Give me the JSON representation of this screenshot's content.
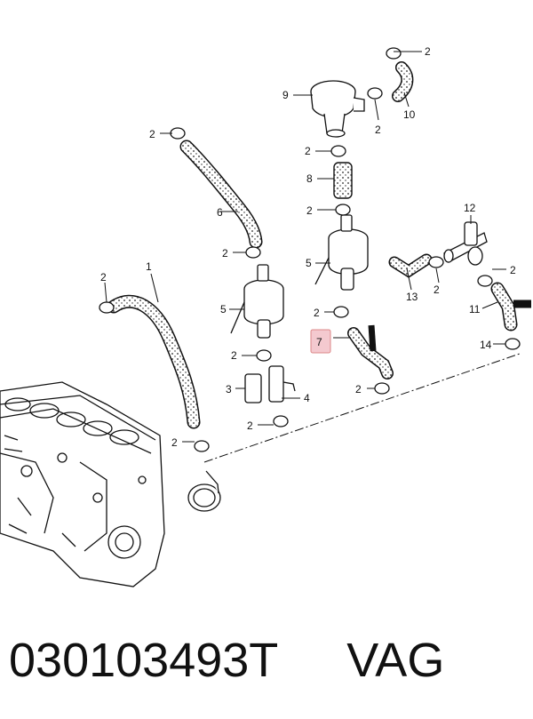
{
  "diagram": {
    "callouts": [
      {
        "id": "c-2-top",
        "label": "2"
      },
      {
        "id": "c-9",
        "label": "9"
      },
      {
        "id": "c-2-b",
        "label": "2"
      },
      {
        "id": "c-10",
        "label": "10"
      },
      {
        "id": "c-2-left",
        "label": "2"
      },
      {
        "id": "c-2-mid",
        "label": "2"
      },
      {
        "id": "c-8",
        "label": "8"
      },
      {
        "id": "c-2-mid2",
        "label": "2"
      },
      {
        "id": "c-6",
        "label": "6"
      },
      {
        "id": "c-12",
        "label": "12"
      },
      {
        "id": "c-2-l2",
        "label": "2"
      },
      {
        "id": "c-5a",
        "label": "5"
      },
      {
        "id": "c-5b",
        "label": "5"
      },
      {
        "id": "c-2-r1",
        "label": "2"
      },
      {
        "id": "c-2-r2",
        "label": "2"
      },
      {
        "id": "c-1",
        "label": "1"
      },
      {
        "id": "c-2-l3",
        "label": "2"
      },
      {
        "id": "c-13",
        "label": "13"
      },
      {
        "id": "c-11",
        "label": "11"
      },
      {
        "id": "c-2-m3",
        "label": "2"
      },
      {
        "id": "c-7",
        "label": "7"
      },
      {
        "id": "c-14",
        "label": "14"
      },
      {
        "id": "c-2-m4",
        "label": "2"
      },
      {
        "id": "c-3",
        "label": "3"
      },
      {
        "id": "c-2-m5",
        "label": "2"
      },
      {
        "id": "c-4",
        "label": "4"
      },
      {
        "id": "c-2-m6",
        "label": "2"
      },
      {
        "id": "c-2-bl",
        "label": "2"
      }
    ],
    "highlight_label": "7",
    "highlight_color": "#f4c9cf",
    "line_color": "#111111"
  },
  "caption": {
    "part_number": "030103493T",
    "brand": "VAG"
  }
}
